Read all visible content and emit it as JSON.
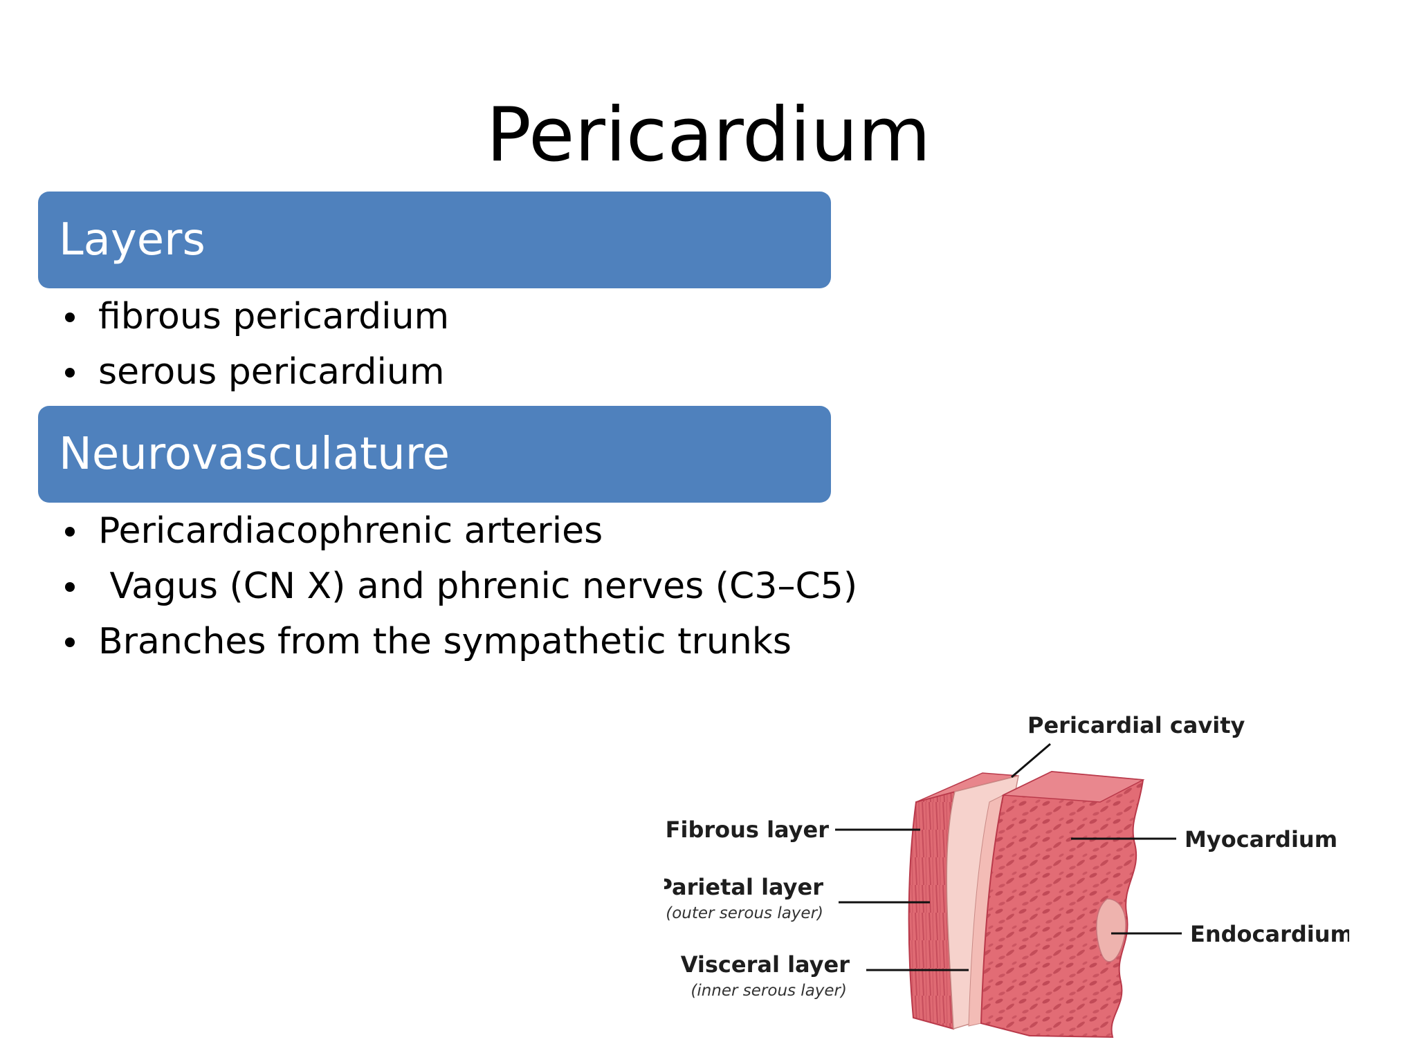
{
  "title": "Pericardium",
  "sections": [
    {
      "header": "Layers",
      "items": [
        "fibrous pericardium",
        "serous pericardium"
      ]
    },
    {
      "header": "Neurovasculature",
      "items": [
        "Pericardiacophrenic arteries",
        " Vagus (CN X) and phrenic nerves (C3–C5)",
        "Branches from the sympathetic trunks"
      ]
    }
  ],
  "diagram": {
    "labels": {
      "pericardial_cavity": "Pericardial cavity",
      "fibrous_layer": "Fibrous layer",
      "parietal_layer": "Parietal layer",
      "parietal_sub": "(outer serous layer)",
      "visceral_layer": "Visceral layer",
      "visceral_sub": "(inner serous layer)",
      "myocardium": "Myocardium",
      "endocardium": "Endocardium"
    },
    "colors": {
      "tissue": "#e06a73",
      "tissue_dark": "#b9394a",
      "serous": "#f6d2cc",
      "texture": "#a52d3e",
      "endocardium": "#eeb3ae"
    }
  }
}
